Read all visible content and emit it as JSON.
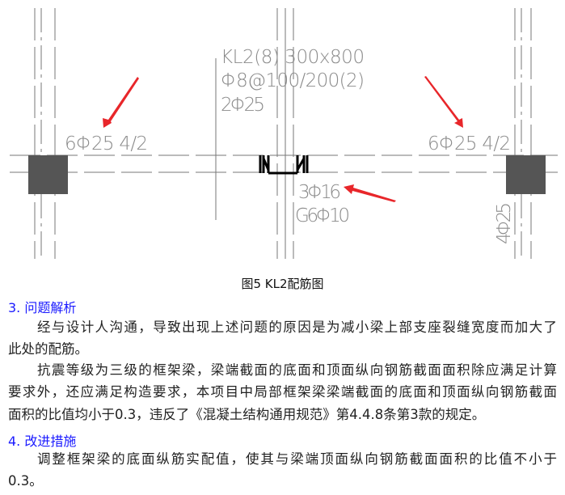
{
  "figure": {
    "beam_label": "KL2(8) 300x800",
    "stirrup": "Φ8@100/200(2)",
    "top_through": "2Φ25",
    "left_support": "6Φ25 4/2",
    "right_support": "6Φ25 4/2",
    "bottom_bars": "3Φ16",
    "side_bars": "G6Φ10",
    "column_bars": "4Φ25",
    "caption": "图5  KL2配筋图",
    "arrow_color": "#e8262a"
  },
  "section3": {
    "heading": "3. 问题解析",
    "lines": [
      "经与设计人沟通，导致出现上述问题的原因是为减小梁上部支座裂缝宽度而加大了",
      "此处的配筋。",
      "抗震等级为三级的框架梁，梁端截面的底面和顶面纵向钢筋截面面积除应满足计算",
      "要求外，还应满足构造要求，本项目中局部框架梁梁端截面的底面和顶面纵向钢筋截面",
      "面积的比值均小于0.3，违反了《混凝土结构通用规范》第4.4.8条第3款的规定。"
    ]
  },
  "section4": {
    "heading": "4. 改进措施",
    "lines": [
      "调整框架梁的底面纵筋实配值，使其与梁端顶面纵向钢筋截面面积的比值不小于",
      "0.3。"
    ]
  },
  "heading_color": "#1a1aff"
}
